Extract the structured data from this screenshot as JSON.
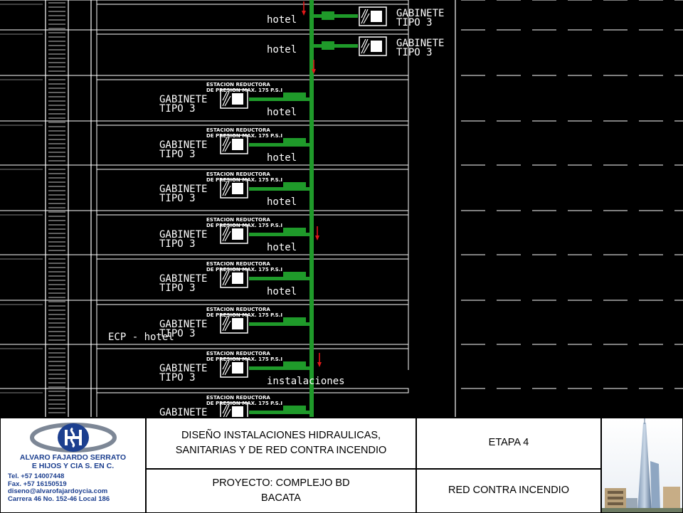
{
  "drawing": {
    "floors": [
      {
        "label": "hotel",
        "cabinet": "right",
        "pressure": []
      },
      {
        "label": "hotel",
        "cabinet": "right",
        "pressure": []
      },
      {
        "label": "hotel",
        "cabinet": "left",
        "pressure": [
          "ESTACION REDUCTORA",
          "DE PRESION MAX. 175 P.S.I"
        ]
      },
      {
        "label": "hotel",
        "cabinet": "left",
        "pressure": [
          "ESTACION REDUCTORA",
          "DE PRESION MAX. 175 P.S.I"
        ]
      },
      {
        "label": "hotel",
        "cabinet": "left",
        "pressure": [
          "ESTACION REDUCTORA",
          "DE PRESION MAX. 175 P.S.I"
        ]
      },
      {
        "label": "hotel",
        "cabinet": "left",
        "pressure": [
          "ESTACION REDUCTORA",
          "DE PRESION MAX. 175 P.S.I"
        ]
      },
      {
        "label": "hotel",
        "cabinet": "left",
        "pressure": [
          "ESTACION REDUCTORA",
          "DE PRESION MAX. 175 P.S.I"
        ]
      },
      {
        "label": "ECP - hotel",
        "cabinet": "left",
        "pressure": [
          "ESTACION REDUCTORA",
          "DE PRESION MAX. 175 P.S.I"
        ]
      },
      {
        "label": "instalaciones",
        "cabinet": "left",
        "pressure": [
          "ESTACION REDUCTORA",
          "DE PRESION MAX. 175 P.S.I"
        ]
      },
      {
        "label": "",
        "cabinet": "left",
        "pressure": [
          "ESTACION REDUCTORA",
          "DE PRESION MAX. 175 P.S.I"
        ]
      }
    ],
    "cabinet_label": [
      "GABINETE",
      "TIPO 3"
    ],
    "colors": {
      "pipe": "#1f9a2a",
      "arrow": "#e01818",
      "lines": "#ffffff",
      "background": "#000000"
    }
  },
  "titleblock": {
    "firm_name": [
      "ALVARO FAJARDO SERRATO",
      "E HIJOS Y CIA S. EN C."
    ],
    "contact": [
      "Tel. +57 14007448",
      "Fax. +57 16150519",
      "diseno@alvarofajardoycia.com",
      "Carrera 46 No. 152-46 Local 186"
    ],
    "description": [
      "DISEÑO INSTALACIONES HIDRAULICAS,",
      "SANITARIAS Y DE RED CONTRA INCENDIO"
    ],
    "stage": "ETAPA 4",
    "project": [
      "PROYECTO: COMPLEJO BD",
      "BACATA"
    ],
    "system": "RED CONTRA INCENDIO",
    "logo_color": "#1c3f8f"
  }
}
